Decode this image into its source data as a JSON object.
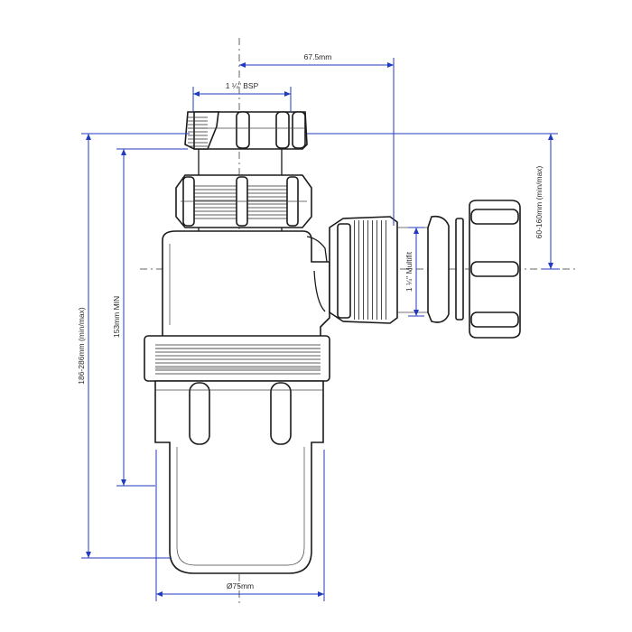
{
  "dimensions": {
    "top_offset": "67.5mm",
    "inlet_thread": "1 ¼\" BSP",
    "overall_height": "186-286mm (min/max)",
    "min_height": "153mm MIN",
    "outlet_range": "60-160mm (min/max)",
    "outlet_size": "1 ¼\" Multifit",
    "bottle_diameter": "Ø75mm"
  },
  "colors": {
    "dimension_line": "#1f3bbf",
    "outline": "#1a1a1a",
    "centerline": "#666666"
  }
}
